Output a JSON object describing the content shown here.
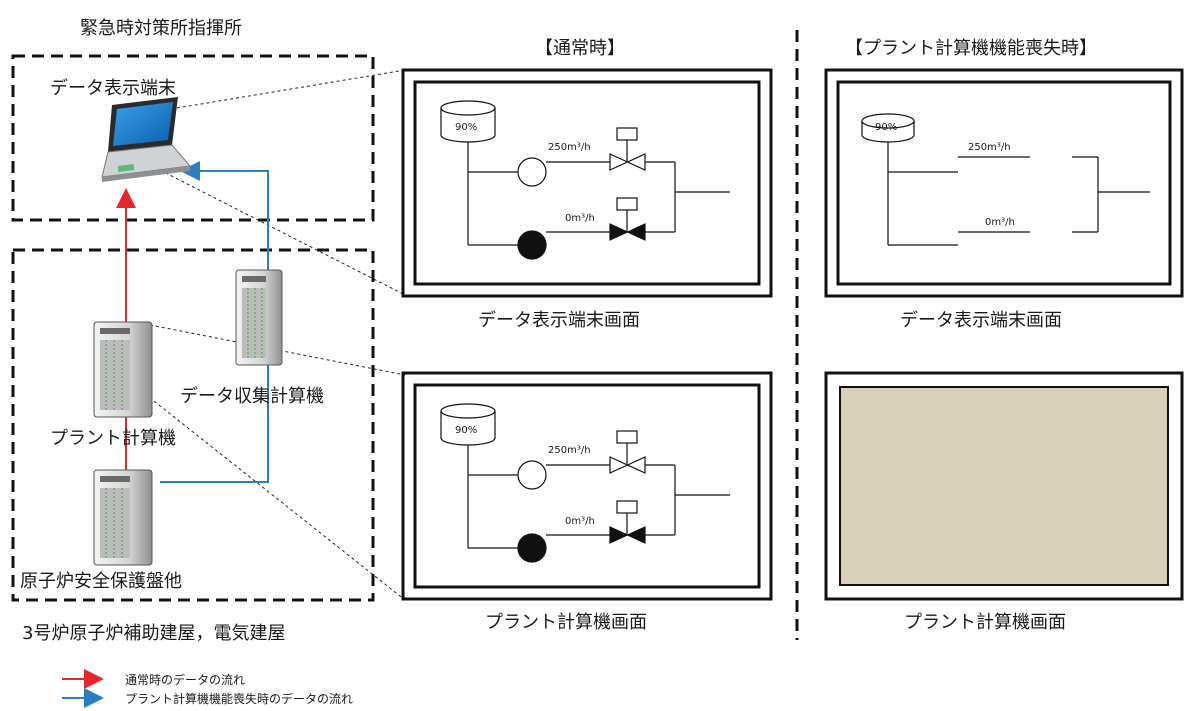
{
  "command_center": {
    "title": "緊急時対策所指揮所",
    "terminal_label": "データ表示端末"
  },
  "building": {
    "caption": "3号炉原子炉補助建屋，電気建屋",
    "collector_label": "データ収集計算機",
    "plant_label": "プラント計算機",
    "protection_label": "原子炉安全保護盤他"
  },
  "panels": {
    "normal": {
      "header": "【通常時】",
      "terminal_caption": "データ表示端末画面",
      "plant_caption": "プラント計算機画面"
    },
    "loss": {
      "header": "【プラント計算機機能喪失時】",
      "terminal_caption": "データ表示端末画面",
      "plant_caption": "プラント計算機画面"
    }
  },
  "schematic": {
    "tank_level": "90%",
    "flow_upper": "250m³/h",
    "flow_lower": "0m³/h"
  },
  "legend": {
    "normal_flow": "通常時のデータの流れ",
    "loss_flow": "プラント計算機機能喪失時のデータの流れ"
  },
  "colors": {
    "normal_flow": "#e8262a",
    "loss_flow": "#2a7fc4",
    "failed_screen": "#d8d0b8"
  },
  "icons": [
    "laptop-icon",
    "server-icon",
    "tank-icon",
    "pump-icon",
    "valve-icon"
  ]
}
